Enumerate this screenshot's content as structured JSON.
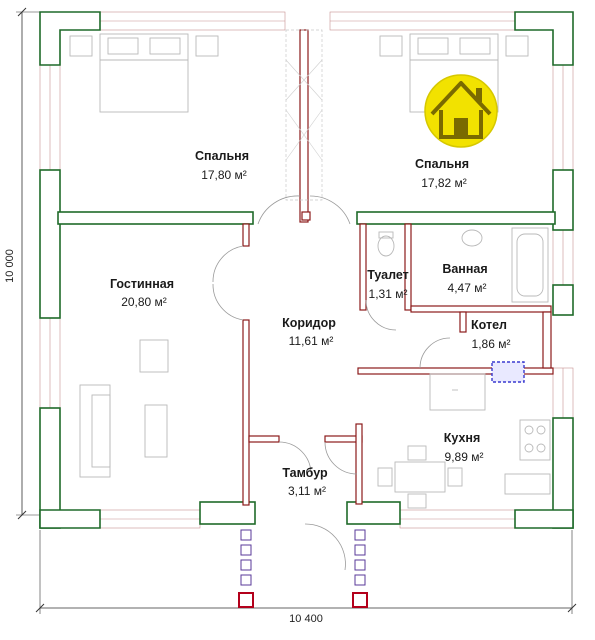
{
  "dimensions": {
    "width_label": "10 400",
    "height_label": "10 000"
  },
  "rooms": [
    {
      "name": "Спальня",
      "area": "17,80 м²"
    },
    {
      "name": "Спальня",
      "area": "17,82 м²"
    },
    {
      "name": "Гостинная",
      "area": "20,80 м²"
    },
    {
      "name": "Туалет",
      "area": "1,31 м²"
    },
    {
      "name": "Ванная",
      "area": "4,47 м²"
    },
    {
      "name": "Коридор",
      "area": "11,61 м²"
    },
    {
      "name": "Котел",
      "area": "1,86 м²"
    },
    {
      "name": "Кухня",
      "area": "9,89 м²"
    },
    {
      "name": "Тамбур",
      "area": "3,11 м²"
    }
  ],
  "colors": {
    "outer_wall": "#1f6a2a",
    "inner_wall": "#8b1a1a",
    "logo_fill": "#f2e200",
    "logo_house": "#6b5a00",
    "porch": "#5a3a9a",
    "post": "#b3001b"
  },
  "logo": {
    "icon": "house-logo-icon"
  }
}
